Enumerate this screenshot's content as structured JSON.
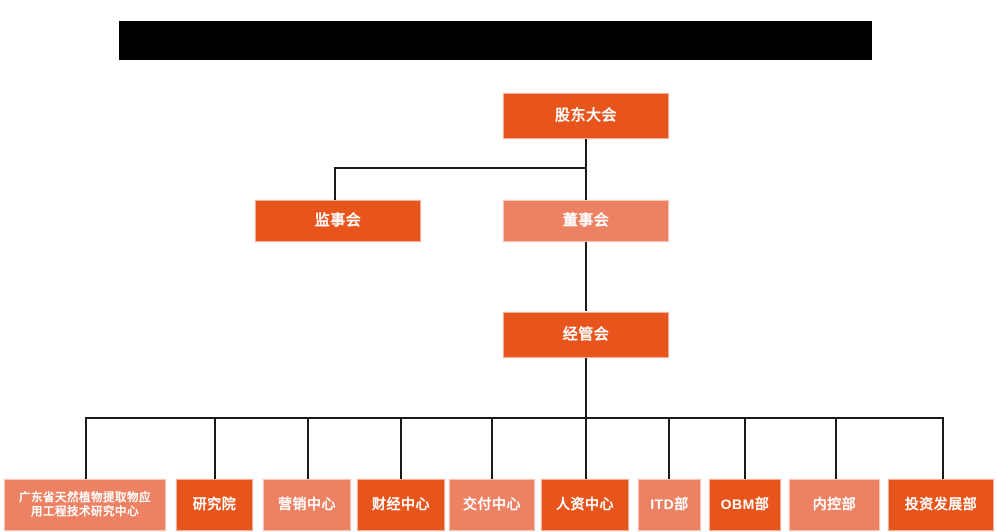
{
  "header": {
    "bar_text": "",
    "bar_color": "#000000"
  },
  "theme": {
    "accent_dark": "#E8551C",
    "accent_light": "#ED8163",
    "line_color": "#1A1A1A",
    "background": "#FFFFFF",
    "text_color": "#FFFFFF"
  },
  "chart_title": "",
  "nodes": {
    "shareholders_meeting": {
      "label": "股东大会",
      "tone": "dark"
    },
    "board_of_supervisors": {
      "label": "监事会",
      "tone": "dark"
    },
    "board_of_directors": {
      "label": "董事会",
      "tone": "light"
    },
    "management_committee": {
      "label": "经管会",
      "tone": "dark"
    }
  },
  "departments": [
    {
      "label": "广东省天然植物提取物应\n用工程技术研究中心",
      "tone": "light"
    },
    {
      "label": "研究院",
      "tone": "dark"
    },
    {
      "label": "营销中心",
      "tone": "light"
    },
    {
      "label": "财经中心",
      "tone": "dark"
    },
    {
      "label": "交付中心",
      "tone": "light"
    },
    {
      "label": "人资中心",
      "tone": "dark"
    },
    {
      "label": "ITD部",
      "tone": "light"
    },
    {
      "label": "OBM部",
      "tone": "dark"
    },
    {
      "label": "内控部",
      "tone": "light"
    },
    {
      "label": "投资发展部",
      "tone": "dark"
    }
  ]
}
